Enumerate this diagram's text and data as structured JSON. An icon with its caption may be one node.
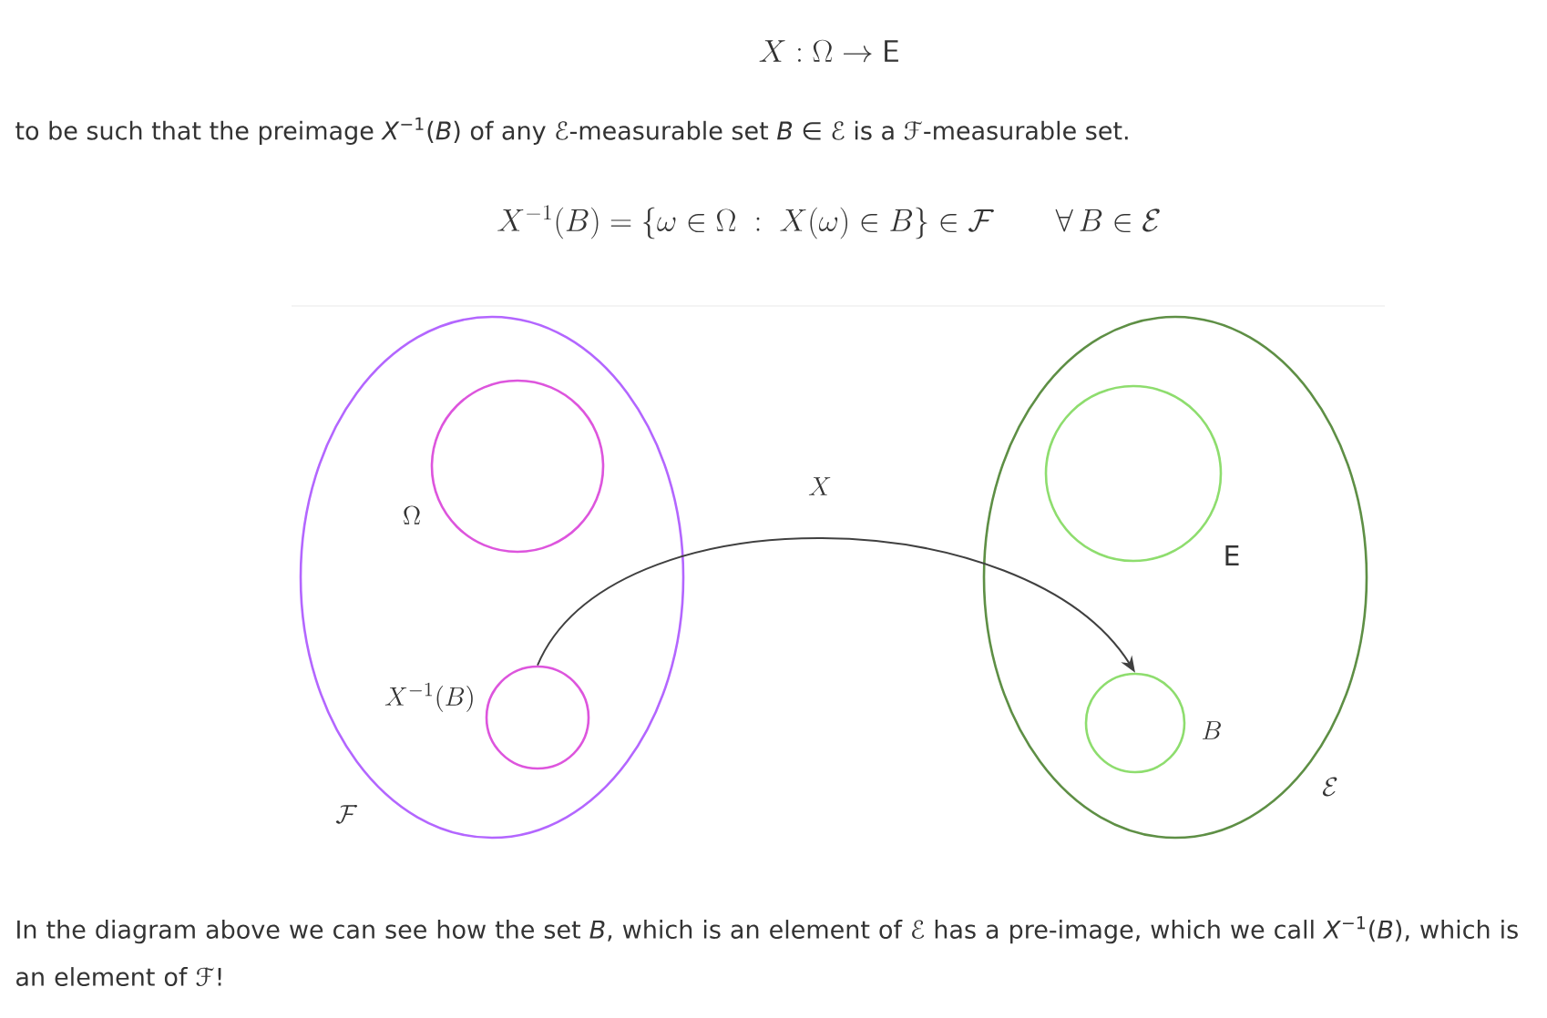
{
  "diagram": {
    "nodes": [
      {
        "text": [
          "\\mathcal{F}"
        ]
      },
      {
        "text": [
          "\\Omega"
        ],
        "in": 0
      },
      {
        "text": [
          "X^{-1}(B)"
        ],
        "in": 0
      },
      {
        "text": [
          "\\mathcal{E}"
        ]
      },
      {
        "text": [
          "E"
        ],
        "in": 3
      },
      {
        "text": [
          "B"
        ],
        "in": 3
      }
    ],
    "edges": [
      {
        "from": 2,
        "to": 5,
        "arrow": "to",
        "label": "X"
      }
    ],
    "labels": [
      "X : \\Omega \\rightarrow \\mathsf{E}",
      "to be such that the preimage *X*$^{−1}$(*B*) of any ℰ-measurable set *B* ∈ ℰ is a ℱ-measurable set.",
      "X^{-1}(B) = \\{\\omega \\in \\Omega \\;:\\; X(\\omega) \\in B\\} \\in \\mathcal{F} \\qquad \\forall\\, B \\in \\mathcal{E}",
      "In the diagram above we can see how the set *B*, which is an element of ℰ has a pre-image, which we call *X*$^{−1}$(*B*), which is an element of ℱ!"
    ]
  }
}
